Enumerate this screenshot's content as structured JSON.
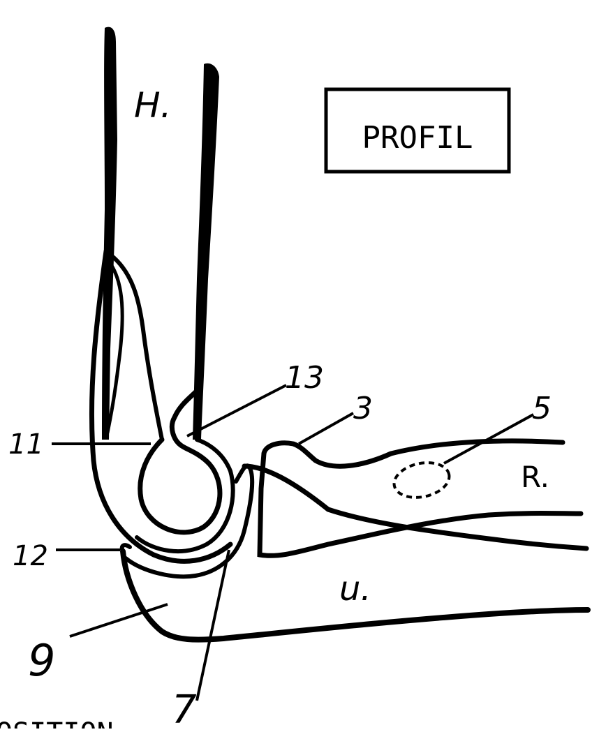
{
  "diagram": {
    "title_box": "PROFIL",
    "bone_labels": {
      "humerus": "H.",
      "radius": "R.",
      "ulna": "u."
    },
    "callouts": [
      "13",
      "3",
      "5",
      "11",
      "12",
      "9",
      "7"
    ],
    "bottom_text": "OSITION"
  }
}
